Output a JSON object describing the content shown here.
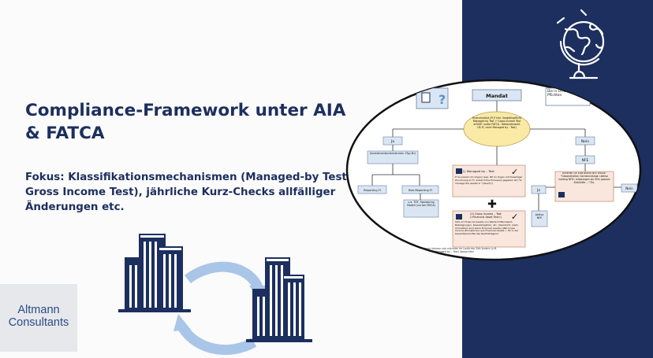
{
  "slide": {
    "title": "Compliance-Framework unter AIA & FATCA",
    "subtitle": "Fokus: Klassifikationsmechanismen (Managed-by Test, Gross Income Test), jährliche Kurz-Checks allfälliger Änderungen etc."
  },
  "logo": {
    "line1": "Altmann",
    "line2": "Consultants"
  },
  "diagram": {
    "top_box": "Mandat",
    "top_right_note": "Die in FATCA und weitere Pflichten",
    "center_node": "Finanzinstitut (FI)? Inkl. Sorgfaltspflicht Managed by Test + Gross Income Test erfüllt? (unter FATCA - Bekanntmacht US-FI, nicht Managed by - Test)",
    "left_node_ja": "Ja",
    "left_sub": "(Investmentunternehmen »Typ B«)",
    "left_branch_1": "Reporting FI",
    "left_branch_2": "Non-Reporting FI",
    "left_leaf": "u.a. TDT, Sponsoring Modell (nur bei FATCA)",
    "test1_label": "(1) Managed by – Test",
    "test1_text": "FI involviert (im Organ) resp. NP im Organ mit freiwilliger Zuordnung zu FI, wobei frohe Ermessen gegeben ist (\"to manage the assets in \"(direct)\")",
    "test2_label": "(2) Gross Income – Test (»Financial Asset Test«)",
    "test2_text": "50% im Financial Assets von Wertschriftendepot, Beteiligungen, Kassaobligation, etc. (Sparkonti, Cash, Immobilien sind keine Financial Assets) AND Gross Income (Einnahmen) aus Financial Assets > 50 % der Gesamteinkünfte des Rechtsträgers?",
    "right_node_nein": "Nein",
    "right_nfe": "NFE",
    "right_criteria": "Kriterien für eine aktive NFE erfüllt? \"Gesamtheiten Gemeinnützige »aktive holding NFE« mitberegen als 50% passive Einkünfte ...\" Etc.",
    "right_ja": "Ja",
    "right_nein2": "Nein",
    "right_leaf": "Aktive NFE",
    "bottom_note": "Organisationen können sich mitunter im Laufe der Zeit ändern (z.B. Managed by – Test) überprüfen"
  },
  "colors": {
    "navy": "#1c2f5e",
    "light_blue": "#a9c6e8",
    "diagram_orange": "#f9e6dc",
    "diagram_yellow": "#fbe9a6",
    "diagram_blue": "#dae6f3"
  }
}
